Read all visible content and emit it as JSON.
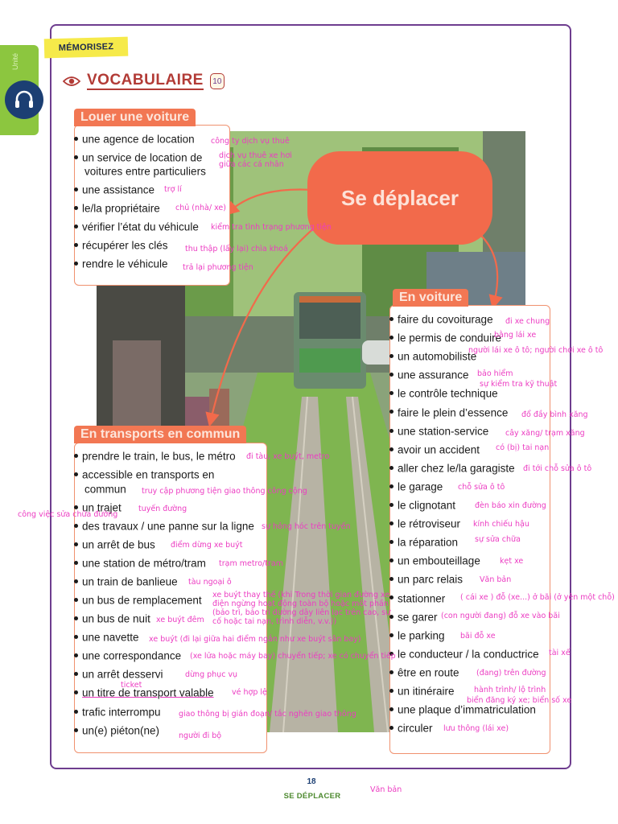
{
  "header": {
    "memorisez": "MÉMORISEZ",
    "title": "VOCABULAIRE",
    "track": "10",
    "side_tab_label": "Unité"
  },
  "center_bubble": "Se déplacer",
  "sections": {
    "louer": {
      "title": "Louer une voiture",
      "items": [
        {
          "fr": "une agence de location",
          "vi": "công ty dịch vụ thuê"
        },
        {
          "fr": "un service de location de",
          "fr2": "voitures entre particuliers",
          "vi": "dịch vụ thuê xe hơi giữa các cá nhân"
        },
        {
          "fr": "une assistance",
          "vi": "trợ lí"
        },
        {
          "fr": "le/la propriétaire",
          "vi": "chủ (nhà/ xe)"
        },
        {
          "fr": "vérifier l’état du véhicule",
          "vi": "kiểm tra tình trạng phương tiện"
        },
        {
          "fr": "récupérer les clés",
          "vi": "thu thập (lấy lại) chìa khoá"
        },
        {
          "fr": "rendre le véhicule",
          "vi": "trả lại phương tiện"
        }
      ]
    },
    "voiture": {
      "title": "En voiture",
      "items": [
        {
          "fr": "faire du covoiturage",
          "vi": "đi xe chung"
        },
        {
          "fr": "le permis de conduire",
          "vi": "bằng lái xe"
        },
        {
          "fr": "un automobiliste",
          "vi": "người lái xe ô tô; người chơi xe ô tô"
        },
        {
          "fr": "une assurance",
          "vi": "bảo hiểm"
        },
        {
          "fr": "le contrôle technique",
          "vi": "sự kiểm tra kỹ thuật"
        },
        {
          "fr": "faire le plein d’essence",
          "vi": "đổ đầy bình xăng"
        },
        {
          "fr": "une station-service",
          "vi": "cây xăng/ trạm xăng"
        },
        {
          "fr": "avoir un accident",
          "vi": "có (bị) tai nạn"
        },
        {
          "fr": "aller chez le/la garagiste",
          "vi": "đi tới chỗ sửa ô tô"
        },
        {
          "fr": "le garage",
          "vi": "chỗ sửa ô tô"
        },
        {
          "fr": "le clignotant",
          "vi": "đèn báo xin đường"
        },
        {
          "fr": "le rétroviseur",
          "vi": "kính chiếu hậu"
        },
        {
          "fr": "la réparation",
          "vi": "sự sửa chữa"
        },
        {
          "fr": "un embouteillage",
          "vi": "kẹt xe"
        },
        {
          "fr": "un parc relais",
          "vi": "Văn bản"
        },
        {
          "fr": "stationner",
          "vi": "( cái xe ) đỗ (xe...) ở bãi (ở yên một chỗ)"
        },
        {
          "fr": "se garer",
          "vi": "(con người đang) đỗ xe vào bãi"
        },
        {
          "fr": "le parking",
          "vi": "bãi đỗ xe"
        },
        {
          "fr": "le conducteur / la conductrice",
          "vi": "tài xế"
        },
        {
          "fr": "être en route",
          "vi": "(đang) trên đường"
        },
        {
          "fr": "un itinéraire",
          "vi": "hành trình/ lộ trình"
        },
        {
          "fr": "une plaque d’immatriculation",
          "vi": "biển đăng ký xe; biển số xe"
        },
        {
          "fr": "circuler",
          "vi": "lưu thông (lái xe)"
        }
      ]
    },
    "transports": {
      "title": "En transports en commun",
      "items": [
        {
          "fr": "prendre le train, le bus, le métro",
          "vi": "đi tàu, xe buýt, metro"
        },
        {
          "fr": "accessible en transports en",
          "fr2": "commun",
          "vi": "truy cập phương tiện giao thông công cộng"
        },
        {
          "fr": "un trajet",
          "vi": "tuyến đường",
          "vi2": "công việc sửa chữa đường"
        },
        {
          "fr": "des travaux / une panne sur la ligne",
          "vi": "sự hỏng hóc trên tuyến"
        },
        {
          "fr": "un arrêt de bus",
          "vi": "điểm dừng xe buýt"
        },
        {
          "fr": "une station de métro/tram",
          "vi": "trạm metro/tram"
        },
        {
          "fr": "un train de banlieue",
          "vi": "tàu ngoại ô"
        },
        {
          "fr": "un bus de remplacement",
          "vi": "xe buýt thay thế (khi Trong thời gian đường xe điện ngừng hoạt động toàn bộ hoặc một phần (bảo trì, bảo trì đường dây liên lạc trên cao, sự cố hoặc tai nạn, trình diễn, v.v.))"
        },
        {
          "fr": "un bus de nuit",
          "vi": "xe buýt đêm"
        },
        {
          "fr": "une navette",
          "vi": "xe buýt (đi lại giữa hai điểm ngắn như xe buýt sân bay)"
        },
        {
          "fr": "une correspondance",
          "vi": "(xe lửa hoặc máy bay) chuyển tiếp; xe có chuyển tiếp"
        },
        {
          "fr": "un arrêt desservi",
          "vi": "dừng phục vụ"
        },
        {
          "fr": "un titre de transport valable",
          "vi": "vé hợp lệ",
          "vi2": "ticket"
        },
        {
          "fr": "trafic interrompu",
          "vi": "giao thông bị gián đoạn/ tắc nghẽn giao thông"
        },
        {
          "fr": "un(e) piéton(ne)",
          "vi": "người đi bộ"
        }
      ]
    }
  },
  "footer": {
    "page": "18",
    "section": "SE DÉPLACER",
    "note": "Văn bản"
  },
  "colors": {
    "accent_orange": "#f27753",
    "frame_purple": "#6e3d8f",
    "note_pink": "#ec3cc2",
    "title_red": "#b23b36",
    "side_green": "#8cc63f"
  }
}
